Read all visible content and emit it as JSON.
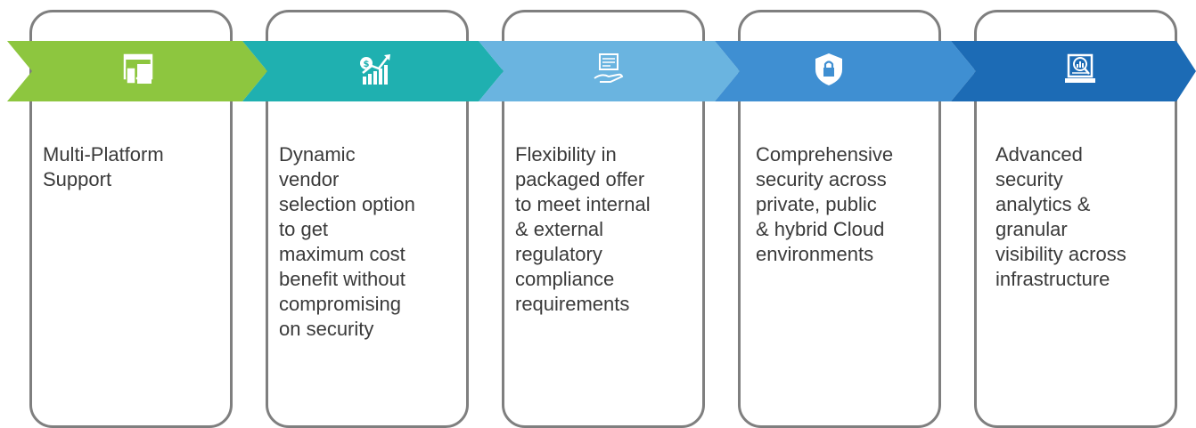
{
  "steps": [
    {
      "text": "Multi-Platform\nSupport",
      "color": "#8dc63f",
      "icon": "devices-icon"
    },
    {
      "text": "Dynamic\nvendor\nselection option\nto get\nmaximum cost\nbenefit without\ncompromising\non security",
      "color": "#1fb0b0",
      "icon": "cost-growth-icon"
    },
    {
      "text": "Flexibility in\npackaged offer\nto meet internal\n& external\nregulatory\ncompliance\nrequirements",
      "color": "#6ab4e0",
      "icon": "offer-hand-icon"
    },
    {
      "text": "Comprehensive\nsecurity across\nprivate, public\n& hybrid Cloud\nenvironments",
      "color": "#3f8fd2",
      "icon": "security-shield-icon"
    },
    {
      "text": "Advanced\nsecurity\nanalytics &\ngranular\nvisibility across\ninfrastructure",
      "color": "#1c6bb5",
      "icon": "analytics-laptop-icon"
    }
  ]
}
